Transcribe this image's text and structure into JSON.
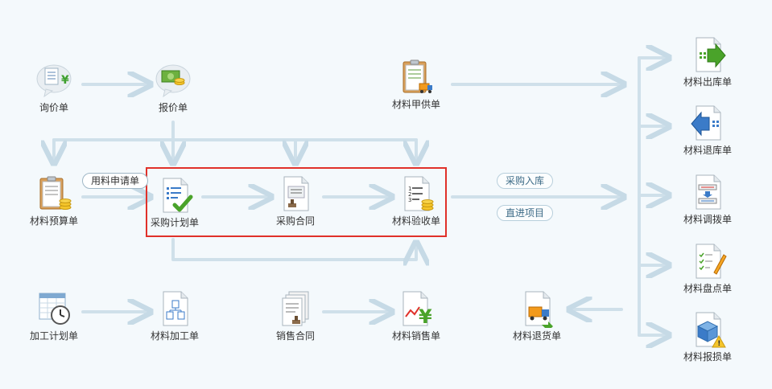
{
  "nodes": {
    "inquiry": "询价单",
    "quotation": "报价单",
    "supplied": "材料甲供单",
    "budget": "材料预算单",
    "purchase_plan": "采购计划单",
    "purchase_contract": "采购合同",
    "acceptance": "材料验收单",
    "outbound": "材料出库单",
    "return_stock": "材料退库单",
    "transfer": "材料调拨单",
    "inventory": "材料盘点单",
    "scrap": "材料报损单",
    "processing_plan": "加工计划单",
    "processing": "材料加工单",
    "sales_contract": "销售合同",
    "sales": "材料销售单",
    "return_goods": "材料退货单"
  },
  "tags": {
    "requisition": "用料申请单",
    "purchase_in": "采购入库",
    "direct_item": "直进项目"
  },
  "colors": {
    "connector": "#cfe0ea",
    "highlight_border": "#e0312a",
    "background": "#f4f9fc"
  }
}
